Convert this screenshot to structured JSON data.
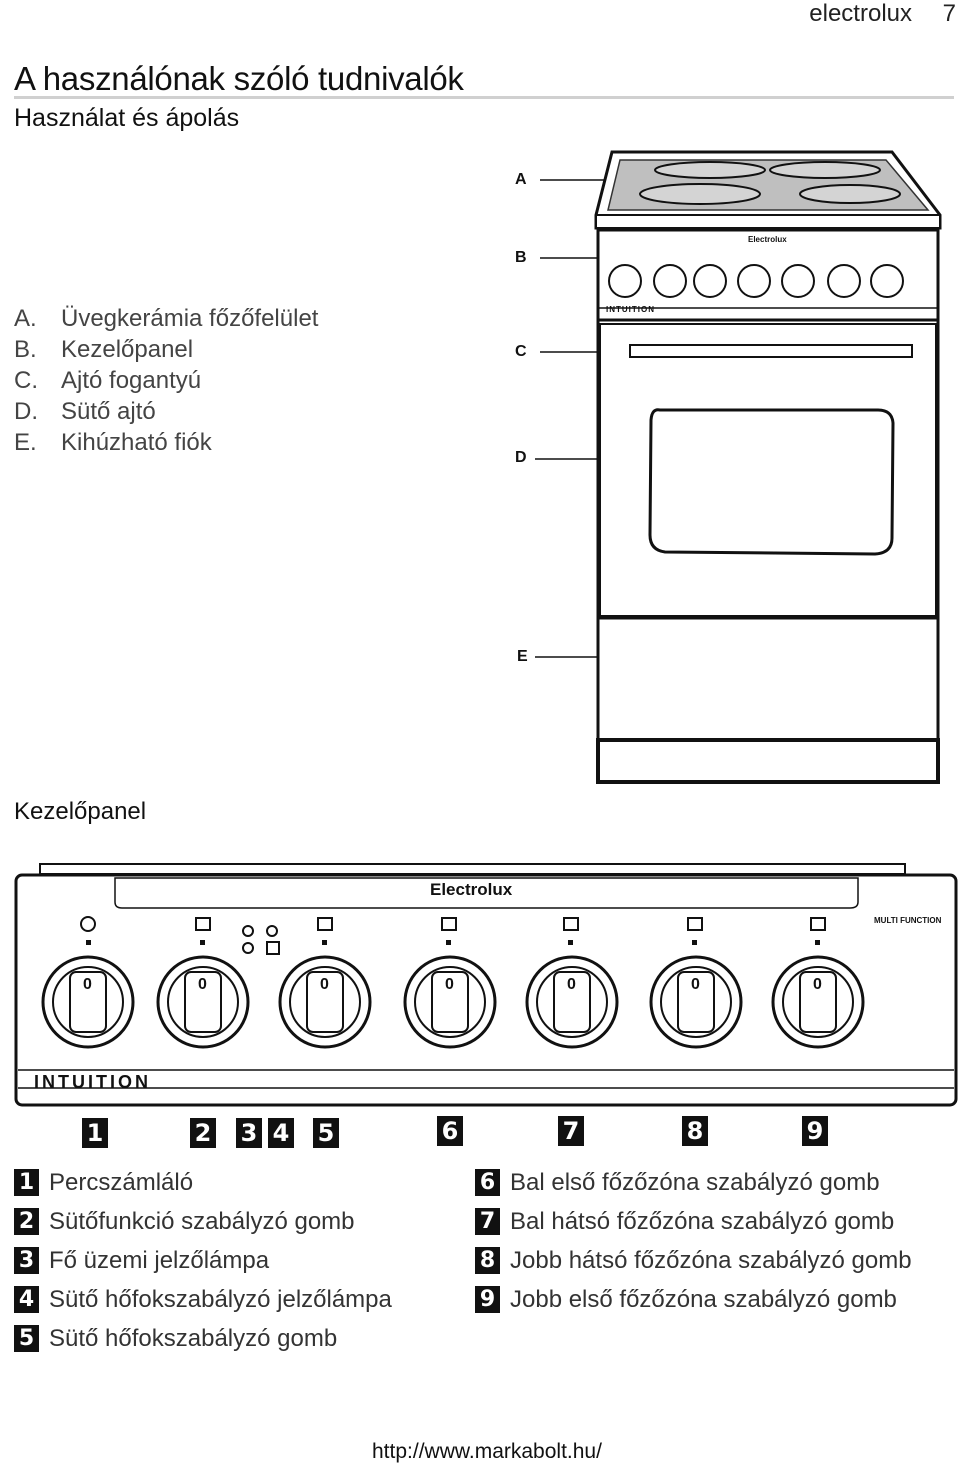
{
  "header": {
    "brand": "electrolux",
    "page_number": "7"
  },
  "title": "A használónak szóló tudnivalók",
  "subtitle": "Használat és ápolás",
  "parts": [
    {
      "key": "A.",
      "label": "Üvegkerámia főzőfelület"
    },
    {
      "key": "B.",
      "label": "Kezelőpanel"
    },
    {
      "key": "C.",
      "label": "Ajtó fogantyú"
    },
    {
      "key": "D.",
      "label": "Sütő ajtó"
    },
    {
      "key": "E.",
      "label": "Kihúzható fiók"
    }
  ],
  "callouts": [
    "A",
    "B",
    "C",
    "D",
    "E"
  ],
  "panel_section_title": "Kezelőpanel",
  "panel": {
    "brand": "Electrolux",
    "model": "INTUITION",
    "function_label": "MULTI FUNCTION",
    "knob_mark": "0",
    "number_badges": [
      "1",
      "2",
      "3",
      "4",
      "5",
      "6",
      "7",
      "8",
      "9"
    ]
  },
  "legend_left": [
    {
      "num": "1",
      "label": "Percszámláló"
    },
    {
      "num": "2",
      "label": "Sütőfunkció szabályzó gomb"
    },
    {
      "num": "3",
      "label": "Fő üzemi jelzőlámpa"
    },
    {
      "num": "4",
      "label": "Sütő hőfokszabályzó jelzőlámpa"
    },
    {
      "num": "5",
      "label": "Sütő hőfokszabályzó gomb"
    }
  ],
  "legend_right": [
    {
      "num": "6",
      "label": "Bal első főzőzóna szabályzó gomb"
    },
    {
      "num": "7",
      "label": "Bal hátsó főzőzóna szabályzó gomb"
    },
    {
      "num": "8",
      "label": "Jobb hátsó főzőzóna szabályzó gomb"
    },
    {
      "num": "9",
      "label": "Jobb első főzőzóna szabályzó gomb"
    }
  ],
  "footer_url": "http://www.markabolt.hu/"
}
